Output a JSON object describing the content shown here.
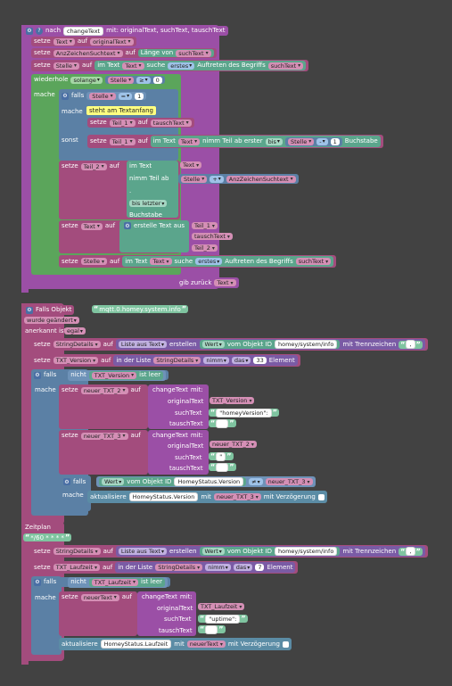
{
  "fn": {
    "header": "nach",
    "name": "changeText",
    "params": "mit: originalText, suchText, tauschText",
    "set1": {
      "verb": "setze",
      "var": "Text",
      "auf": "auf",
      "val": "originalText"
    },
    "set2": {
      "verb": "setze",
      "var": "AnzZeichenSuchtext",
      "auf": "auf",
      "fn": "Länge von",
      "val": "suchText"
    },
    "set3": {
      "verb": "setze",
      "var": "Stelle",
      "auf": "auf",
      "im": "im Text",
      "text": "Text",
      "suche": "suche",
      "which": "erstes",
      "tail": "Auftreten des Begriffs",
      "val": "suchText"
    },
    "loop": {
      "label": "wiederhole",
      "mode": "solange",
      "var": "Stelle",
      "op": "≥",
      "num": "0"
    },
    "mache": "mache",
    "ifb": {
      "label": "falls",
      "var": "Stelle",
      "op": "=",
      "num": "1",
      "mache": "mache",
      "note": "steht am Textanfang",
      "sonst": "sonst"
    },
    "set4": {
      "verb": "setze",
      "var": "Teil_1",
      "auf": "auf",
      "val": "tauschText"
    },
    "set5": {
      "verb": "setze",
      "var": "Teil_1",
      "auf": "auf",
      "im": "im Text",
      "text": "Text",
      "fn": "nimm Teil ab erster",
      "bis": "bis",
      "var2": "Stelle",
      "op": "-",
      "num": "1",
      "tail": "Buchstabe"
    },
    "set6": {
      "verb": "setze",
      "var": "Teil_2",
      "auf": "auf",
      "im": "im Text",
      "text": "Text",
      "fn": "nimm Teil ab",
      "var2": "Stelle",
      "op": "+",
      "var3": "AnzZeichenSuchtext",
      "bis": "bis letzter",
      "tail": "Buchstabe"
    },
    "set7": {
      "verb": "setze",
      "var": "Text",
      "auf": "auf",
      "fn": "erstelle Text aus",
      "v1": "Teil_1",
      "v2": "tauschText",
      "v3": "Teil_2"
    },
    "set8": {
      "verb": "setze",
      "var": "Stelle",
      "auf": "auf",
      "im": "im Text",
      "text": "Text",
      "suche": "suche",
      "which": "erstes",
      "tail": "Auftreten des Begriffs",
      "val": "suchText"
    },
    "ret": {
      "label": "gib zurück",
      "val": "Text"
    }
  },
  "ev": {
    "label": "Falls Objekt",
    "id": "mqtt.0.homey.system.info",
    "changed": "wurde geändert",
    "ack": "anerkannt ist",
    "ackval": "egal",
    "s1": {
      "verb": "setze",
      "var": "StringDetails",
      "auf": "auf",
      "fn": "Liste aus Text",
      "mk": "erstellen",
      "wert": "Wert",
      "obj": "vom Objekt ID",
      "oid": "homey/system/info",
      "sep": "mit Trennzeichen",
      "sepv": ","
    },
    "s2": {
      "verb": "setze",
      "var": "TXT_Version",
      "auf": "auf",
      "fn": "in der Liste",
      "list": "StringDetails",
      "take": "nimm",
      "pos": "das",
      "num": "33",
      "tail": "Element"
    },
    "if1": {
      "label": "falls",
      "nicht": "nicht",
      "var": "TXT_Version",
      "leer": "ist leer",
      "mache": "mache"
    },
    "s3": {
      "verb": "setze",
      "var": "neuer_TXT_2",
      "auf": "auf",
      "fn": "changeText",
      "mit": "mit:",
      "p1": "originalText",
      "p1v": "TXT_Version",
      "p2": "suchText",
      "p2v": "\"homeyVersion\":",
      "p3": "tauschText",
      "p3v": ""
    },
    "s4": {
      "verb": "setze",
      "var": "neuer_TXT_3",
      "auf": "auf",
      "fn": "changeText",
      "mit": "mit:",
      "p1": "originalText",
      "p1v": "neuer_TXT_2",
      "p2": "suchText",
      "p2v": "\"",
      "p3": "tauschText",
      "p3v": ""
    },
    "if2": {
      "label": "falls",
      "wert": "Wert",
      "obj": "vom Objekt ID",
      "oid": "HomeyStatus.Version",
      "op": "≠",
      "var": "neuer_TXT_3",
      "mache": "mache",
      "upd": "aktualisiere",
      "uid": "HomeyStatus.Version",
      "mit": "mit",
      "uv": "neuer_TXT_3",
      "delay": "mit Verzögerung"
    }
  },
  "sched": {
    "label": "Zeitplan",
    "cron": "*/60 * * * *",
    "s1": {
      "verb": "setze",
      "var": "StringDetails",
      "auf": "auf",
      "fn": "Liste aus Text",
      "mk": "erstellen",
      "wert": "Wert",
      "obj": "vom Objekt ID",
      "oid": "homey/system/info",
      "sep": "mit Trennzeichen",
      "sepv": ","
    },
    "s2": {
      "verb": "setze",
      "var": "TXT_Laufzeit",
      "auf": "auf",
      "fn": "in der Liste",
      "list": "StringDetails",
      "take": "nimm",
      "pos": "das",
      "num": "7",
      "tail": "Element"
    },
    "if1": {
      "label": "falls",
      "nicht": "nicht",
      "var": "TXT_Laufzeit",
      "leer": "ist leer",
      "mache": "mache"
    },
    "s3": {
      "verb": "setze",
      "var": "neuerText",
      "auf": "auf",
      "fn": "changeText",
      "mit": "mit:",
      "p1": "originalText",
      "p1v": "TXT_Laufzeit",
      "p2": "suchText",
      "p2v": "\"uptime\":",
      "p3": "tauschText",
      "p3v": ""
    },
    "upd": {
      "label": "aktualisiere",
      "id": "HomeyStatus.Laufzeit",
      "mit": "mit",
      "val": "neuerText",
      "delay": "mit Verzögerung"
    }
  },
  "colors": {
    "procedure": "#9b4fa6",
    "variable": "#a34c7d",
    "loop": "#5ba55b",
    "text": "#5ba58c",
    "logic": "#5b80a5",
    "workspace": "#424242"
  }
}
